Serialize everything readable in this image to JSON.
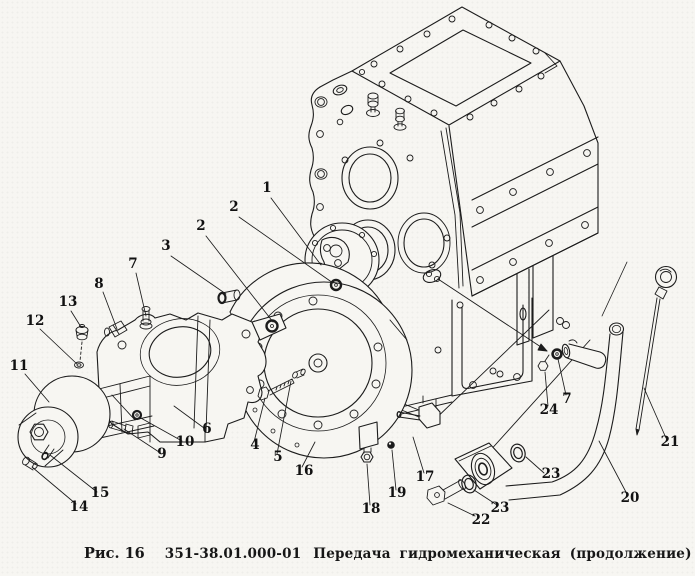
{
  "figure": {
    "label": "Рис. 16",
    "part_number": "351-38.01.000-01",
    "title": "Передача гидромеханическая (продолжение)"
  },
  "diagram": {
    "type": "exploded-parts-drawing",
    "subject": "hydromechanical transmission housing with torque converter disc, mounting bracket, starter-like cylinder unit, oil filler tube and dipstick",
    "line_color": "#1c1c1c",
    "paper_color": "#f7f6f2"
  },
  "callouts": [
    {
      "n": "1"
    },
    {
      "n": "2"
    },
    {
      "n": "2"
    },
    {
      "n": "3"
    },
    {
      "n": "7"
    },
    {
      "n": "8"
    },
    {
      "n": "13"
    },
    {
      "n": "12"
    },
    {
      "n": "11"
    },
    {
      "n": "14"
    },
    {
      "n": "15"
    },
    {
      "n": "9"
    },
    {
      "n": "10"
    },
    {
      "n": "6"
    },
    {
      "n": "4"
    },
    {
      "n": "5"
    },
    {
      "n": "16"
    },
    {
      "n": "18"
    },
    {
      "n": "19"
    },
    {
      "n": "17"
    },
    {
      "n": "24"
    },
    {
      "n": "7"
    },
    {
      "n": "23"
    },
    {
      "n": "23"
    },
    {
      "n": "22"
    },
    {
      "n": "21"
    },
    {
      "n": "20"
    }
  ]
}
